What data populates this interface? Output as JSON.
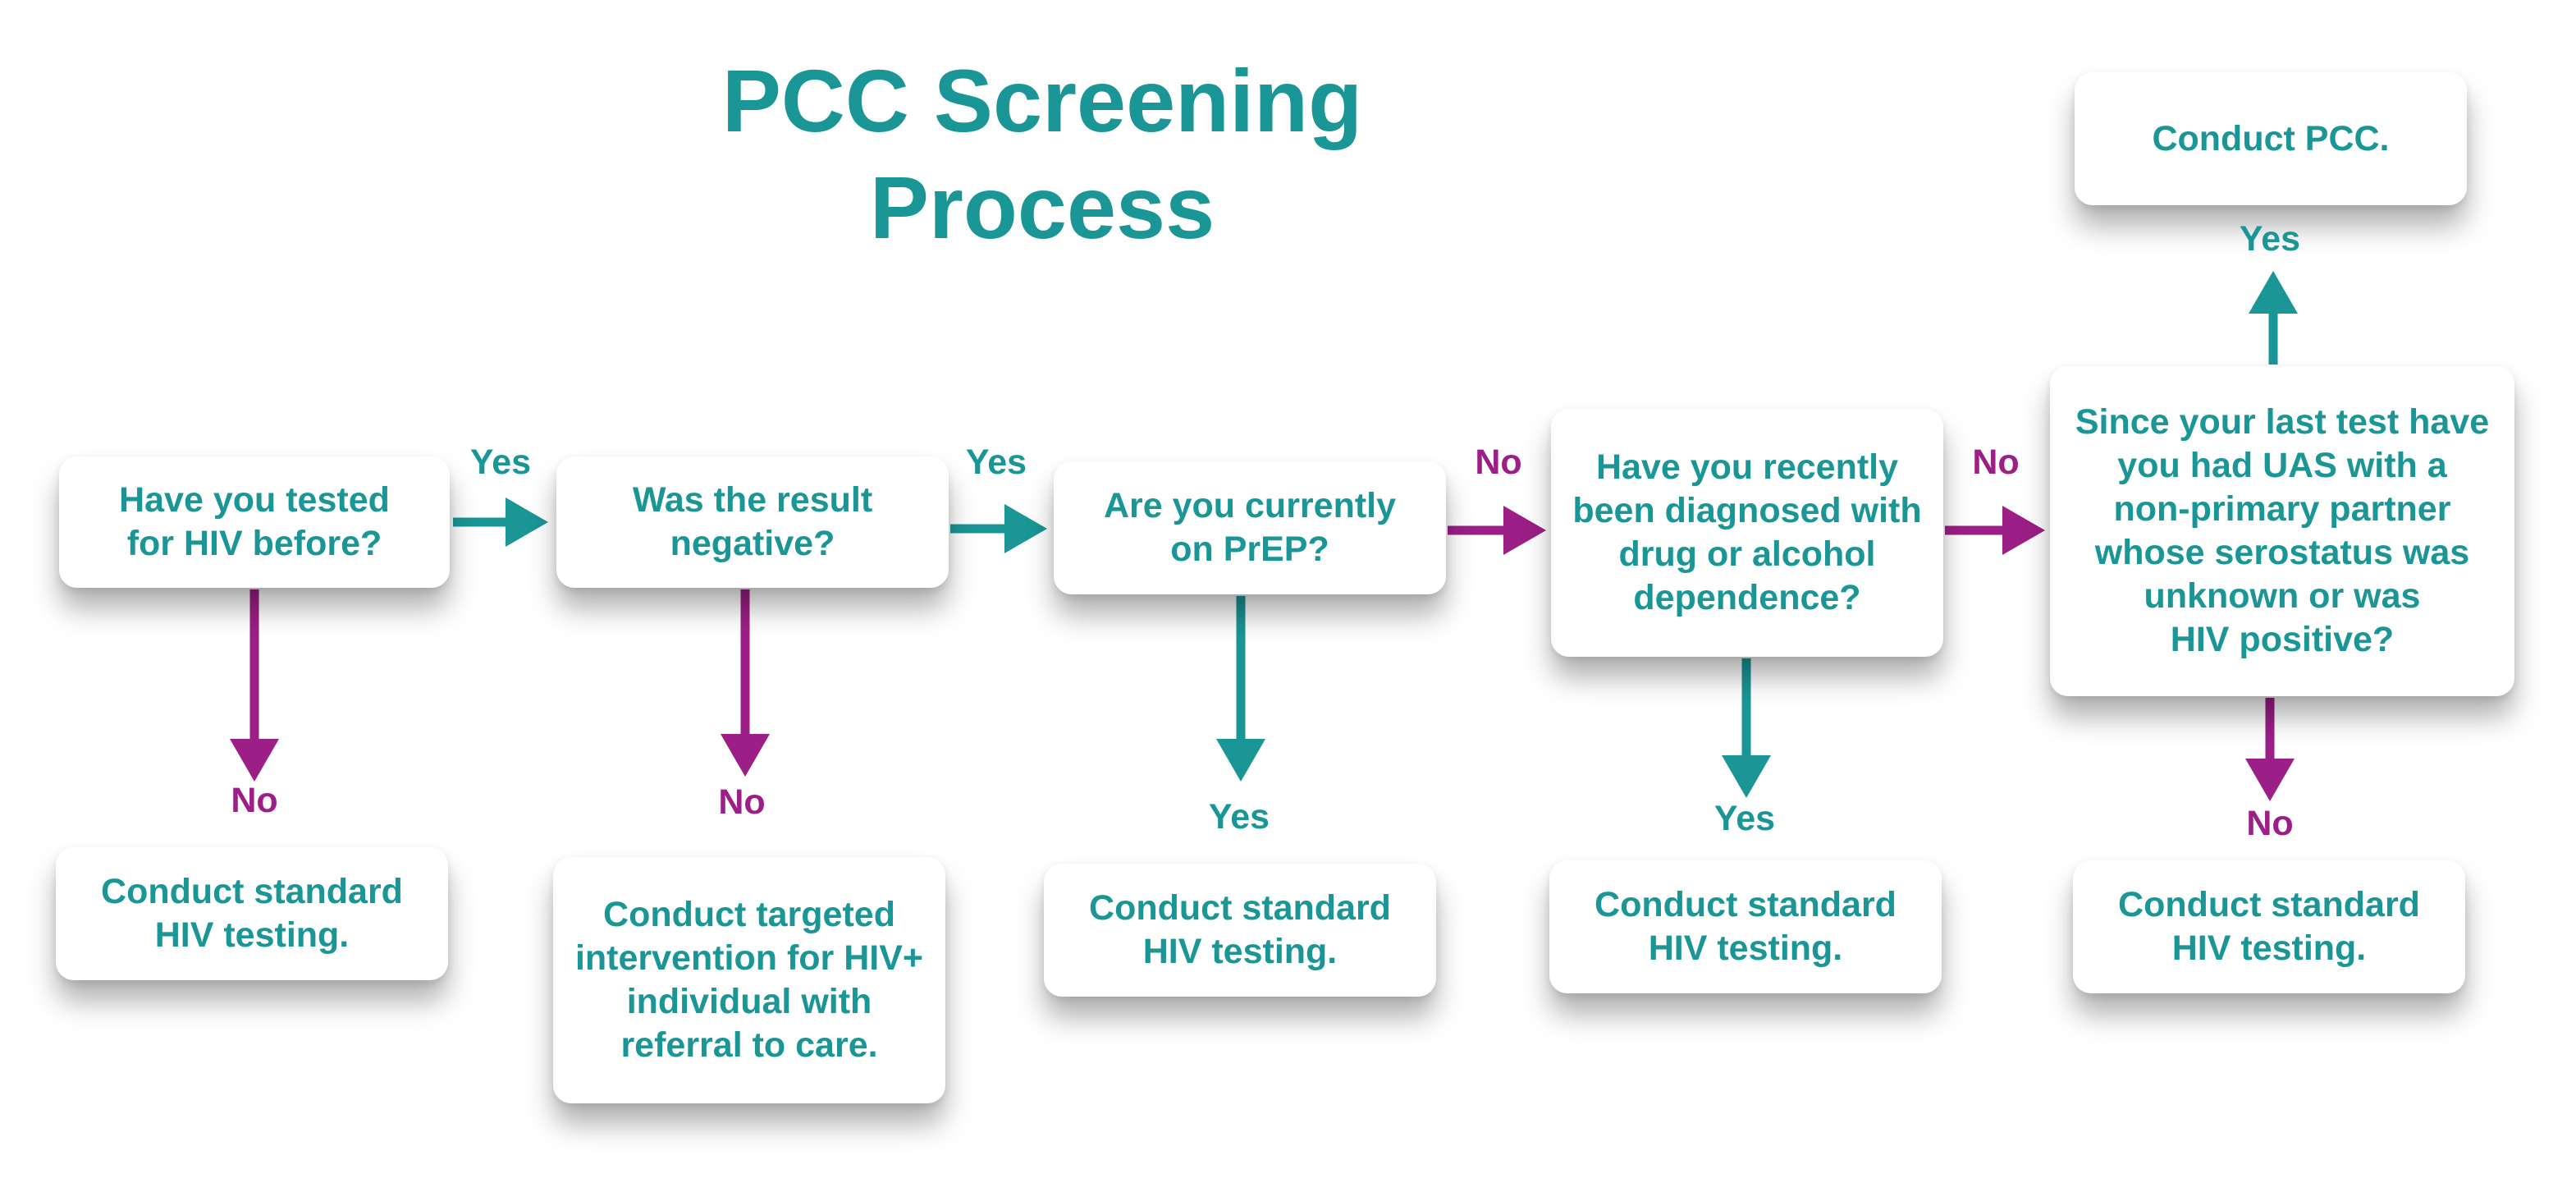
{
  "title": {
    "line1": "PCC Screening",
    "line2": "Process"
  },
  "colors": {
    "teal": "#1b9696",
    "purple": "#9b1f86",
    "background": "#ffffff"
  },
  "questions": [
    {
      "text": "Have you tested\nfor HIV before?"
    },
    {
      "text": "Was the result\nnegative?"
    },
    {
      "text": "Are you currently\non PrEP?"
    },
    {
      "text": "Have you recently\nbeen diagnosed with\ndrug or alcohol\ndependence?"
    },
    {
      "text": "Since your last test have\nyou had UAS with a\nnon-primary partner\nwhose serostatus was\nunknown or was\nHIV positive?"
    }
  ],
  "outcomes": [
    {
      "text": "Conduct standard\nHIV testing."
    },
    {
      "text": "Conduct targeted\nintervention for HIV+\nindividual with\nreferral to care."
    },
    {
      "text": "Conduct standard\nHIV testing."
    },
    {
      "text": "Conduct standard\nHIV testing."
    },
    {
      "text": "Conduct standard\nHIV testing."
    },
    {
      "text": "Conduct PCC."
    }
  ],
  "edge_labels": {
    "q1_to_q2": "Yes",
    "q2_to_q3": "Yes",
    "q3_to_q4": "No",
    "q4_to_q5": "No",
    "q1_down": "No",
    "q2_down": "No",
    "q3_down": "Yes",
    "q4_down": "Yes",
    "q5_down": "No",
    "q5_up": "Yes"
  }
}
